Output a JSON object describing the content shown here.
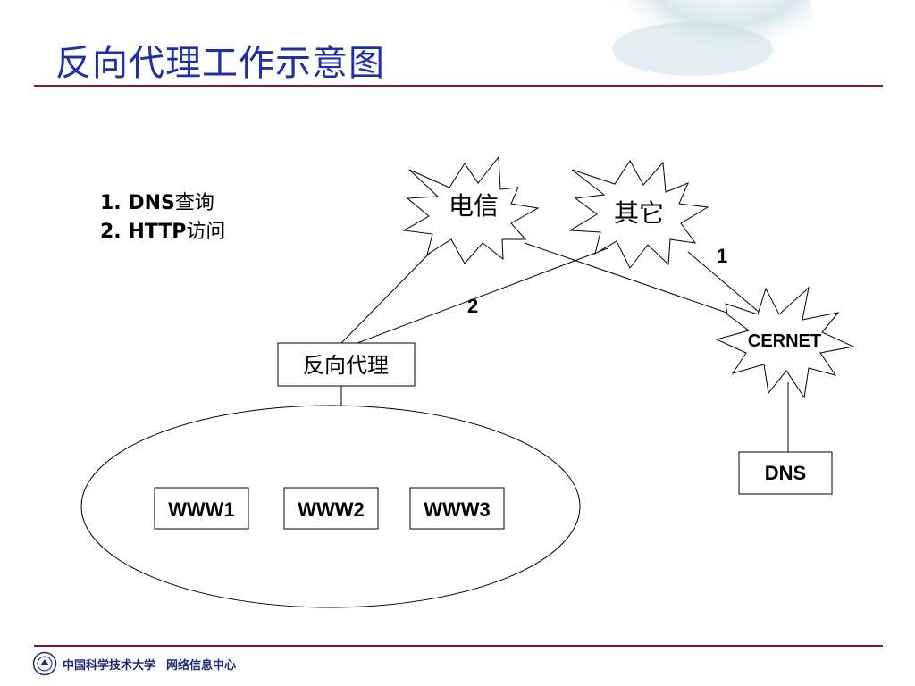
{
  "slide": {
    "title": "反向代理工作示意图"
  },
  "legend": {
    "item1_num": "1. DNS",
    "item1_text": "查询",
    "item2_num": "2. HTTP",
    "item2_text": "访问"
  },
  "diagram": {
    "cloud_telecom": "电信",
    "cloud_other": "其它",
    "cloud_cernet": "CERNET",
    "proxy_box": "反向代理",
    "dns_box": "DNS",
    "servers": [
      "WWW1",
      "WWW2",
      "WWW3"
    ],
    "label_1": "1",
    "label_2": "2"
  },
  "footer": {
    "org": "中国科学技术大学",
    "dept": "网络信息中心"
  },
  "colors": {
    "title": "#1f2fa8",
    "rule": "#7a1a3a",
    "footer_text": "#1f2a7a"
  }
}
